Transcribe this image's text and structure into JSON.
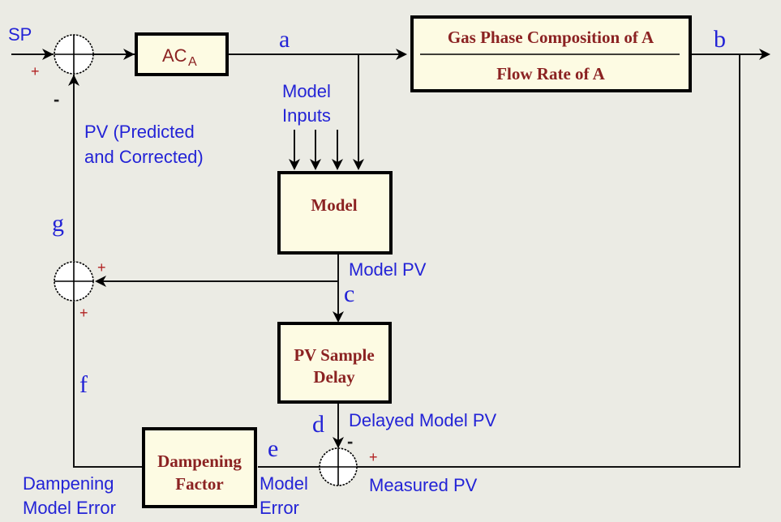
{
  "diagram": {
    "title": "",
    "colors": {
      "background": "#ebebe4",
      "block_fill": "#fdfbe3",
      "block_text": "#8b2222",
      "label_text": "#2323d6",
      "sign_plus": "#b22222"
    },
    "blocks": {
      "controller": {
        "label": "AC",
        "subscript": "A"
      },
      "process": {
        "numerator": "Gas Phase Composition of A",
        "denominator": "Flow Rate of A"
      },
      "model": {
        "label": "Model"
      },
      "delay": {
        "line1": "PV Sample",
        "line2": "Delay"
      },
      "dampening": {
        "line1": "Dampening",
        "line2": "Factor"
      }
    },
    "signals": {
      "a": "a",
      "b": "b",
      "c": "c",
      "d": "d",
      "e": "e",
      "f": "f",
      "g": "g"
    },
    "labels": {
      "sp": "SP",
      "pv_predicted_line1": "PV (Predicted",
      "pv_predicted_line2": "and Corrected)",
      "model_inputs_line1": "Model",
      "model_inputs_line2": "Inputs",
      "model_pv": "Model PV",
      "delayed_model_pv": "Delayed Model PV",
      "measured_pv": "Measured PV",
      "model_error_line1": "Model",
      "model_error_line2": "Error",
      "dampening_error_line1": "Dampening",
      "dampening_error_line2": "Model Error"
    },
    "signs": {
      "plus": "+",
      "minus": "-"
    }
  }
}
